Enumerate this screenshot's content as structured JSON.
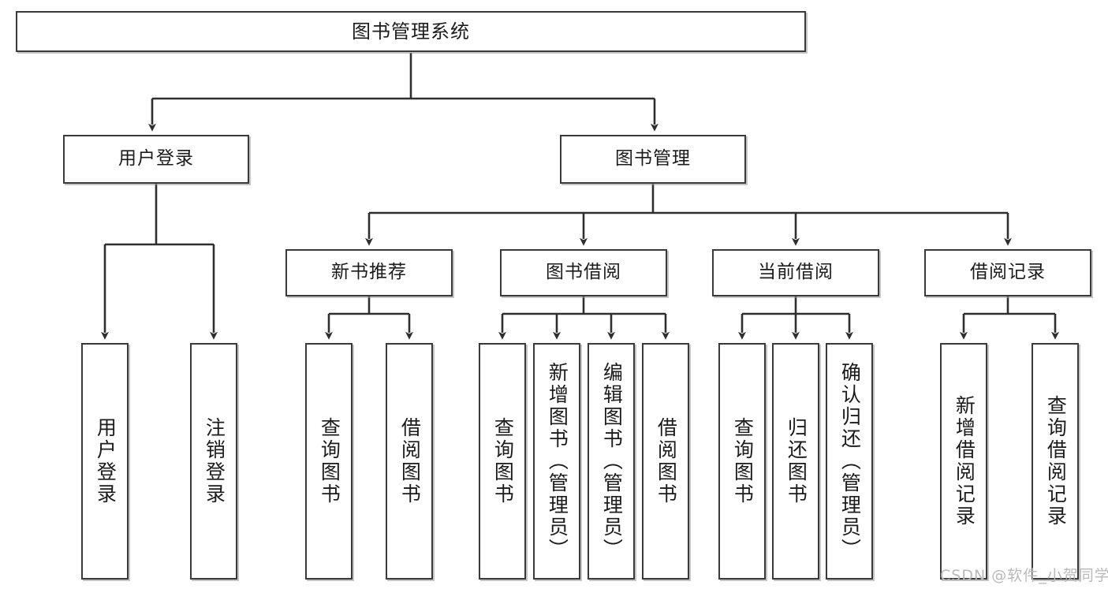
{
  "diagram": {
    "title": "图书管理系统",
    "type": "tree-hierarchy-diagram",
    "nodes": {
      "root": {
        "label": "图书管理系统"
      },
      "level2": [
        {
          "id": "user-login",
          "label": "用户登录"
        },
        {
          "id": "book-manage",
          "label": "图书管理"
        }
      ],
      "level3": [
        {
          "id": "new-book-recommend",
          "label": "新书推荐"
        },
        {
          "id": "book-borrow",
          "label": "图书借阅"
        },
        {
          "id": "current-borrow",
          "label": "当前借阅"
        },
        {
          "id": "borrow-record",
          "label": "借阅记录"
        }
      ],
      "leaves": {
        "user_login": [
          {
            "id": "leaf-user-login",
            "label": "用户登录"
          },
          {
            "id": "leaf-logout-login",
            "label": "注销登录"
          }
        ],
        "new_book_recommend": [
          {
            "id": "leaf-query-book-1",
            "label": "查询图书"
          },
          {
            "id": "leaf-borrow-book-1",
            "label": "借阅图书"
          }
        ],
        "book_borrow": [
          {
            "id": "leaf-query-book-2",
            "label": "查询图书"
          },
          {
            "id": "leaf-add-book-admin",
            "label": "新增图书（管理员）"
          },
          {
            "id": "leaf-edit-book-admin",
            "label": "编辑图书（管理员）"
          },
          {
            "id": "leaf-borrow-book-2",
            "label": "借阅图书"
          }
        ],
        "current_borrow": [
          {
            "id": "leaf-query-book-3",
            "label": "查询图书"
          },
          {
            "id": "leaf-return-book",
            "label": "归还图书"
          },
          {
            "id": "leaf-confirm-return-admin",
            "label": "确认归还（管理员）"
          }
        ],
        "borrow_record": [
          {
            "id": "leaf-add-borrow-record",
            "label": "新增借阅记录"
          },
          {
            "id": "leaf-query-borrow-record",
            "label": "查询借阅记录"
          }
        ]
      }
    },
    "colors": {
      "stroke": "#3a3a3a",
      "background": "#ffffff",
      "text": "#1b1b1b",
      "watermark": "#b9b9b9"
    }
  },
  "watermark": {
    "text": "CSDN @软件_小贺同学"
  }
}
